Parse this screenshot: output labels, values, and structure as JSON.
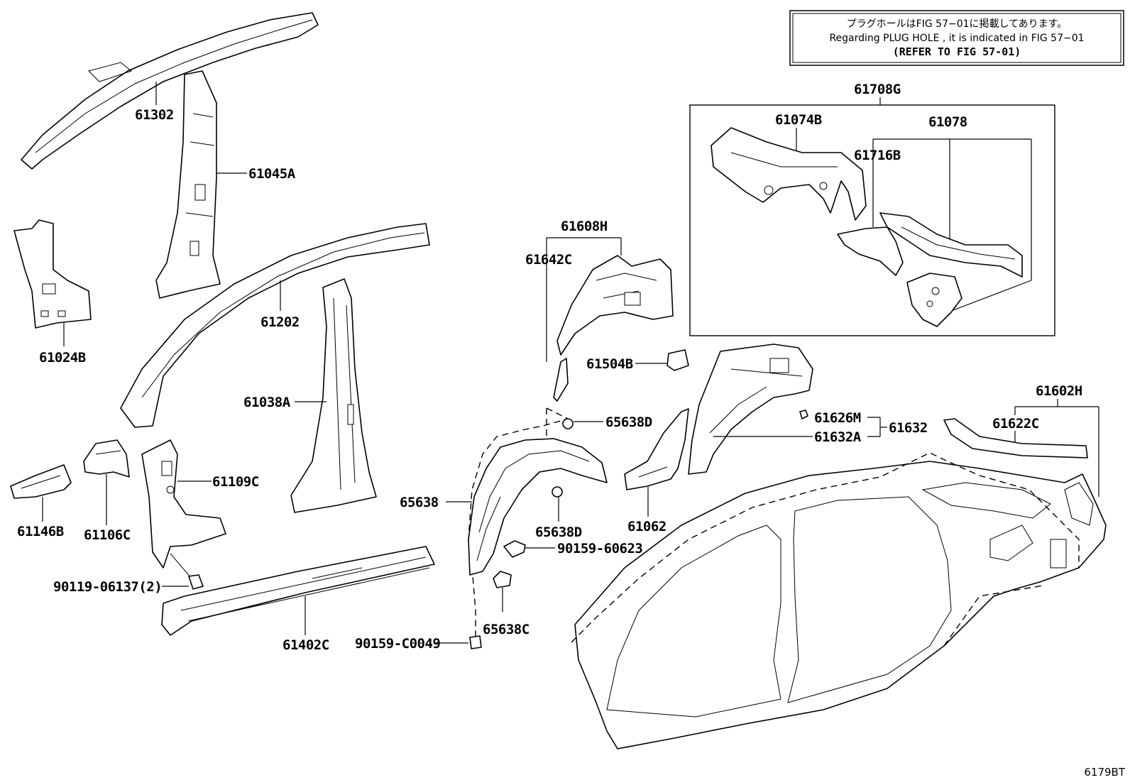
{
  "note": {
    "line_jp": "プラグホールはFIG 57−01に掲載してあります。",
    "line_en": "Regarding  PLUG  HOLE , it is indicated in FIG  57−01",
    "line_ref": "(REFER TO FIG 57-01)"
  },
  "figure_id": "6179BT",
  "parts": {
    "p61302": "61302",
    "p61045A": "61045A",
    "p61024B": "61024B",
    "p61202": "61202",
    "p61038A": "61038A",
    "p61146B": "61146B",
    "p61106C": "61106C",
    "p61109C": "61109C",
    "p90119_06137": "90119-06137(2)",
    "p61402C": "61402C",
    "p61608H": "61608H",
    "p61642C": "61642C",
    "p61504B": "61504B",
    "p65638D_a": "65638D",
    "p65638": "65638",
    "p65638D_b": "65638D",
    "p90159_60623": "90159-60623",
    "p65638C": "65638C",
    "p90159_C0049": "90159-C0049",
    "p61062": "61062",
    "p61708G": "61708G",
    "p61074B": "61074B",
    "p61078": "61078",
    "p61716B": "61716B",
    "p61626M": "61626M",
    "p61632A": "61632A",
    "p61632": "61632",
    "p61602H": "61602H",
    "p61622C": "61622C"
  }
}
